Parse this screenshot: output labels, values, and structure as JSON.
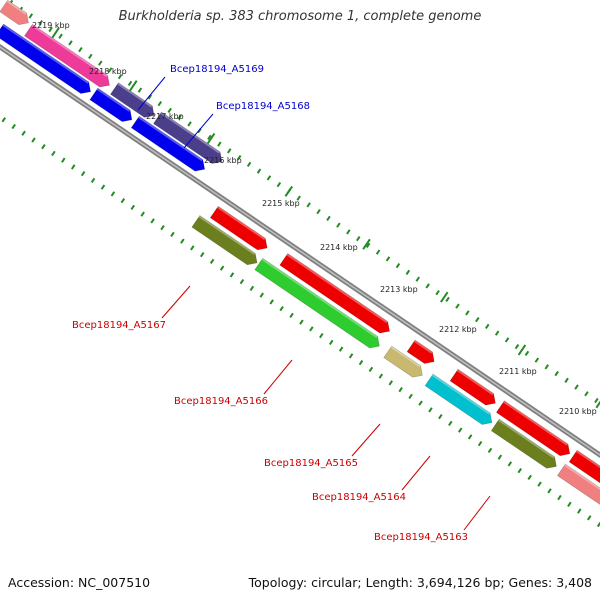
{
  "title": "Burkholderia sp. 383 chromosome 1, complete genome",
  "footer": {
    "accession": "Accession: NC_007510",
    "topology": "Topology: circular; Length: 3,694,126 bp; Genes: 3,408"
  },
  "colors": {
    "backbone": "#808080",
    "tick": "#228B22",
    "label_forward": "#0000cc",
    "label_reverse": "#cc0000"
  },
  "kbp_labels": [
    "2219 kbp",
    "2218 kbp",
    "2217 kbp",
    "2216 kbp",
    "2215 kbp",
    "2214 kbp",
    "2213 kbp",
    "2212 kbp",
    "2211 kbp",
    "2210 kbp"
  ],
  "gene_labels": [
    {
      "text": "Bcep18194_A5169",
      "color": "#0000cc"
    },
    {
      "text": "Bcep18194_A5168",
      "color": "#0000cc"
    },
    {
      "text": "Bcep18194_A5167",
      "color": "#cc0000"
    },
    {
      "text": "Bcep18194_A5166",
      "color": "#cc0000"
    },
    {
      "text": "Bcep18194_A5165",
      "color": "#cc0000"
    },
    {
      "text": "Bcep18194_A5164",
      "color": "#cc0000"
    },
    {
      "text": "Bcep18194_A5163",
      "color": "#cc0000"
    }
  ],
  "features": [
    {
      "name": "feature-pink-1",
      "color": "#f08080"
    },
    {
      "name": "feature-magenta",
      "color": "#ee3b9a"
    },
    {
      "name": "feature-blue-1",
      "color": "#0000ee"
    },
    {
      "name": "feature-slate-1",
      "color": "#4b3f8c"
    },
    {
      "name": "feature-blue-2",
      "color": "#0000ee"
    },
    {
      "name": "feature-slate-2",
      "color": "#4b3f8c"
    },
    {
      "name": "feature-blue-3",
      "color": "#0000ee"
    },
    {
      "name": "feature-red-1",
      "color": "#ee0000"
    },
    {
      "name": "feature-olive-1",
      "color": "#6b7f1e"
    },
    {
      "name": "feature-red-2",
      "color": "#ee0000"
    },
    {
      "name": "feature-green",
      "color": "#2ecc2e"
    },
    {
      "name": "feature-red-3",
      "color": "#ee0000"
    },
    {
      "name": "feature-khaki",
      "color": "#c8b870"
    },
    {
      "name": "feature-red-4",
      "color": "#ee0000"
    },
    {
      "name": "feature-cyan",
      "color": "#00c0d0"
    },
    {
      "name": "feature-red-5",
      "color": "#ee0000"
    },
    {
      "name": "feature-olive-2",
      "color": "#6b7f1e"
    },
    {
      "name": "feature-red-6",
      "color": "#ee0000"
    },
    {
      "name": "feature-pink-2",
      "color": "#f08080"
    },
    {
      "name": "feature-olive-3",
      "color": "#6b7f1e"
    }
  ]
}
